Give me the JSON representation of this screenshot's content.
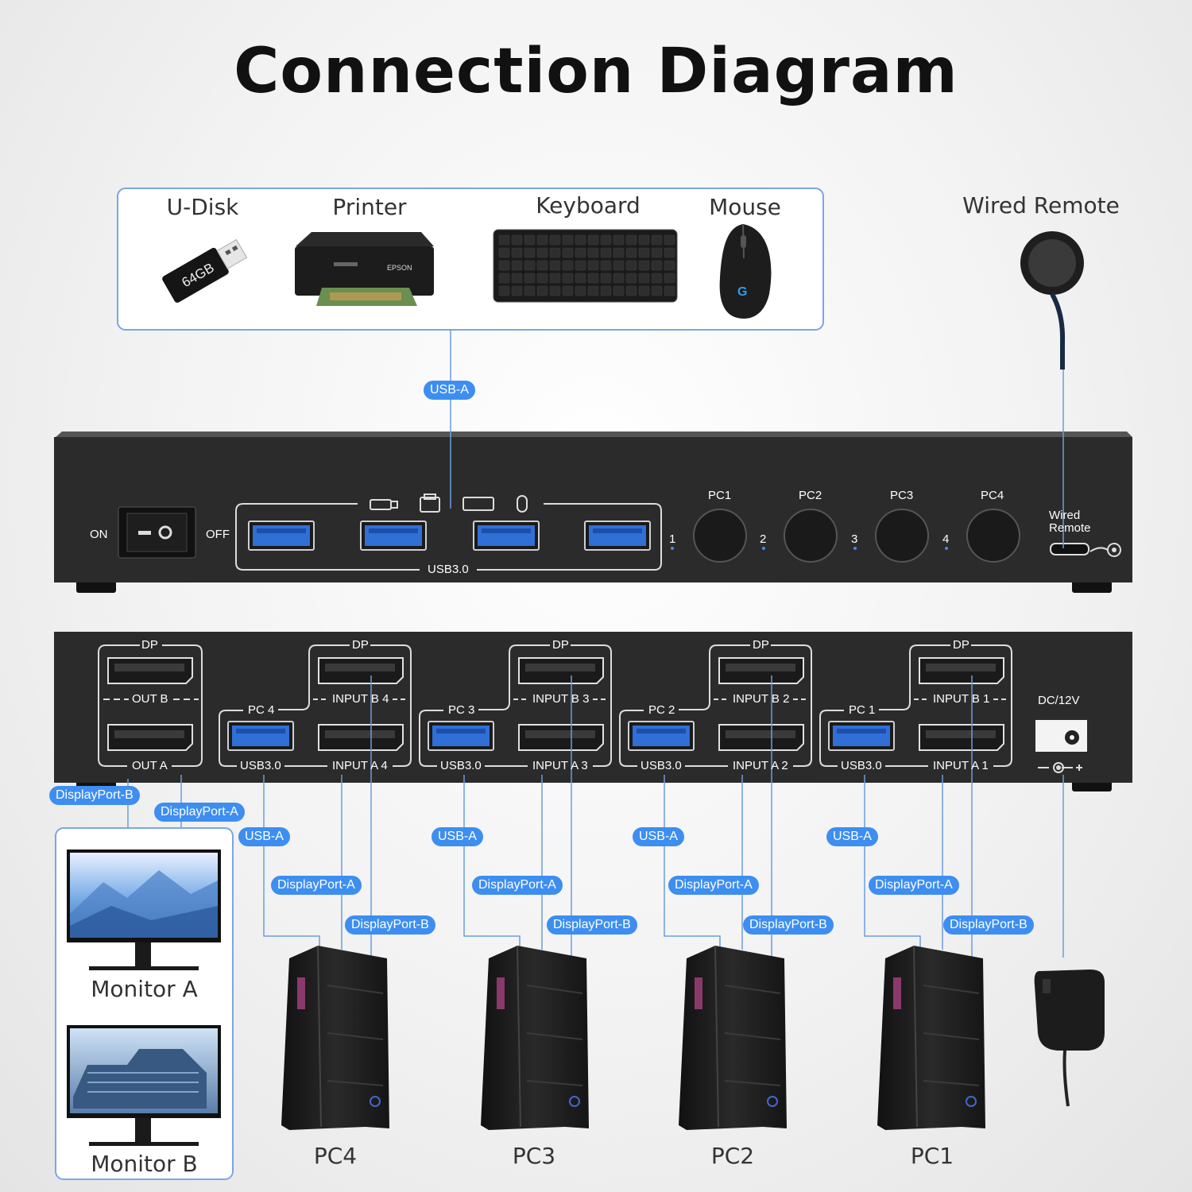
{
  "title": "Connection Diagram",
  "peripherals": [
    {
      "label": "U-Disk",
      "disk_text": "64GB"
    },
    {
      "label": "Printer",
      "brand": "EPSON"
    },
    {
      "label": "Keyboard"
    },
    {
      "label": "Mouse"
    }
  ],
  "wired_remote": {
    "label": "Wired Remote"
  },
  "front_panel": {
    "on": "ON",
    "off": "OFF",
    "usb_label": "USB3.0",
    "pc_buttons": [
      "PC1",
      "PC2",
      "PC3",
      "PC4"
    ],
    "led_numbers": [
      "1",
      "2",
      "3",
      "4"
    ],
    "remote_port": "Wired Remote"
  },
  "rear_panel": {
    "outputs": {
      "dp": "DP",
      "out_b": "OUT B",
      "out_a": "OUT A"
    },
    "groups": [
      {
        "pc": "PC 4",
        "usb": "USB3.0",
        "dp": "DP",
        "input_b": "INPUT B 4",
        "input_a": "INPUT A 4"
      },
      {
        "pc": "PC 3",
        "usb": "USB3.0",
        "dp": "DP",
        "input_b": "INPUT B 3",
        "input_a": "INPUT A 3"
      },
      {
        "pc": "PC 2",
        "usb": "USB3.0",
        "dp": "DP",
        "input_b": "INPUT B 2",
        "input_a": "INPUT A 2"
      },
      {
        "pc": "PC 1",
        "usb": "USB3.0",
        "dp": "DP",
        "input_b": "INPUT B 1",
        "input_a": "INPUT A 1"
      }
    ],
    "power": "DC/12V"
  },
  "cables": {
    "usb_a": "USB-A",
    "displayport_a": "DisplayPort-A",
    "displayport_b": "DisplayPort-B"
  },
  "monitors": [
    {
      "label": "Monitor A"
    },
    {
      "label": "Monitor B"
    }
  ],
  "computers": [
    "PC4",
    "PC3",
    "PC2",
    "PC1"
  ],
  "colors": {
    "accent": "#3d8ef0",
    "panel": "#2b2b2b",
    "usb_port": "#2f6fd6"
  }
}
